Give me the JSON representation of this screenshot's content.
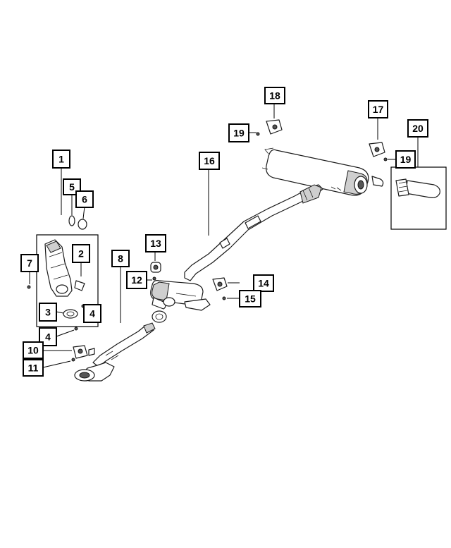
{
  "callouts": [
    {
      "label": "1"
    },
    {
      "label": "2"
    },
    {
      "label": "3"
    },
    {
      "label": "4"
    },
    {
      "label": "4"
    },
    {
      "label": "5"
    },
    {
      "label": "6"
    },
    {
      "label": "7"
    },
    {
      "label": "8"
    },
    {
      "label": "10"
    },
    {
      "label": "11"
    },
    {
      "label": "12"
    },
    {
      "label": "13"
    },
    {
      "label": "14"
    },
    {
      "label": "15"
    },
    {
      "label": "16"
    },
    {
      "label": "17"
    },
    {
      "label": "18"
    },
    {
      "label": "19"
    },
    {
      "label": "19"
    },
    {
      "label": "20"
    }
  ]
}
